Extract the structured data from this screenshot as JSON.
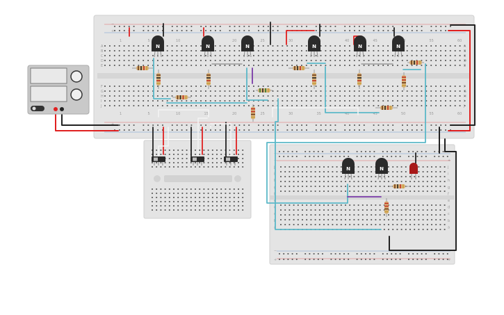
{
  "colors": {
    "board": "#e4e4e4",
    "board_border": "#cfcfcf",
    "hole": "#555555",
    "rail_red": "#e03030",
    "rail_blue": "#3a78c8",
    "wire_red": "#e02020",
    "wire_black": "#222222",
    "wire_cyan": "#5bb8c8",
    "wire_purple": "#7a3aa8",
    "wire_white": "#f4f4f4",
    "wire_gray": "#9a9a9a",
    "transistor": "#2b2b2b",
    "led": "#a81818",
    "supply_body": "#c9c9c9"
  },
  "transistor_label": "N",
  "labels": {
    "main_cols": [
      "1",
      "5",
      "10",
      "15",
      "20",
      "25",
      "30",
      "35",
      "40",
      "45",
      "50",
      "55",
      "60"
    ],
    "main_rows_top": [
      "A",
      "B",
      "C",
      "D",
      "E"
    ],
    "main_rows_bottom": [
      "F",
      "G",
      "H",
      "I",
      "J"
    ],
    "small_rows": [
      "j",
      "i",
      "h",
      "g",
      "f",
      "e",
      "d",
      "c",
      "b",
      "a"
    ],
    "rail_plus": "+",
    "rail_minus": "−"
  },
  "power_supply": {
    "name": "dc-power-supply"
  },
  "switches": {
    "count": 3
  },
  "breadboards": {
    "main": "main-breadboard",
    "small": "small-breadboard",
    "mini": "switch-breadboard"
  }
}
